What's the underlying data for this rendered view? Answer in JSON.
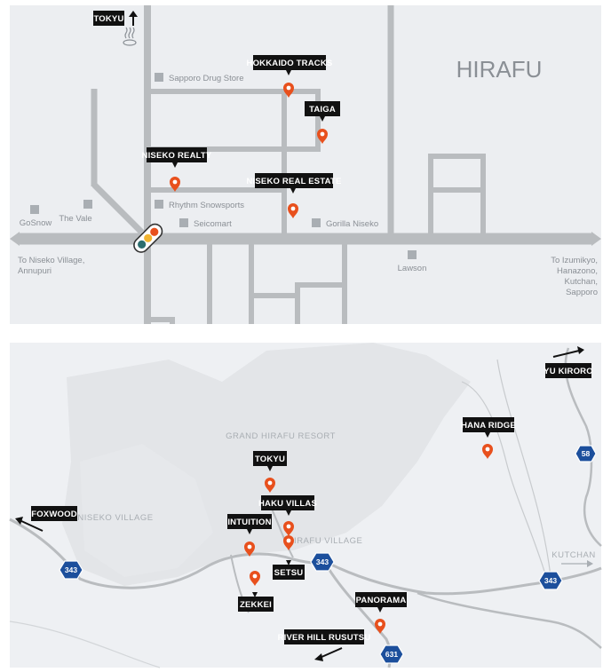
{
  "map1": {
    "area_name": "HIRAFU",
    "west_destination": [
      "To Niseko Village,",
      "Annupuri"
    ],
    "east_destination": [
      "To Izumikyo,",
      "Hanazono,",
      "Kutchan,",
      "Sapporo"
    ],
    "north_label": "TOKYU",
    "landmarks": {
      "sapporo_drug_store": "Sapporo Drug Store",
      "rhythm_snowsports": "Rhythm Snowsports",
      "seicomart": "Seicomart",
      "gorilla_niseko": "Gorilla Niseko",
      "lawson": "Lawson",
      "gosnow": "GoSnow",
      "the_vale": "The Vale"
    },
    "agencies": {
      "hokkaido_tracks": "HOKKAIDO TRACKS",
      "taiga": "TAIGA",
      "niseko_realty": "NISEKO REALTY",
      "niseko_real_estate": "NISEKO REAL ESTATE"
    }
  },
  "map2": {
    "areas": {
      "grand_hirafu": "GRAND HIRAFU RESORT",
      "niseko_village": "NISEKO VILLAGE",
      "hirafu_village": "HIRAFU VILLAGE",
      "kutchan": "KUTCHAN"
    },
    "directions": {
      "yu_kiroro": "YU KIRORO",
      "foxwood": "FOXWOOD",
      "river_hill": "RIVER HILL RUSUTSU"
    },
    "properties": {
      "hana_ridge": "HANA RIDGE",
      "tokyu": "TOKYU",
      "haku_villas": "HAKU VILLAS",
      "intuition": "INTUITION",
      "setsu": "SETSU",
      "zekkei": "ZEKKEI",
      "panorama": "PANORAMA"
    },
    "route_shields": {
      "r58": "58",
      "r343_west": "343",
      "r343_mid": "343",
      "r343_east": "343",
      "r631": "631"
    }
  },
  "colors": {
    "map_background": "#eceef1",
    "road": "#b9bcbf",
    "marker": "#e8501d",
    "label": "#111111",
    "shield": "#1c4f9c"
  }
}
